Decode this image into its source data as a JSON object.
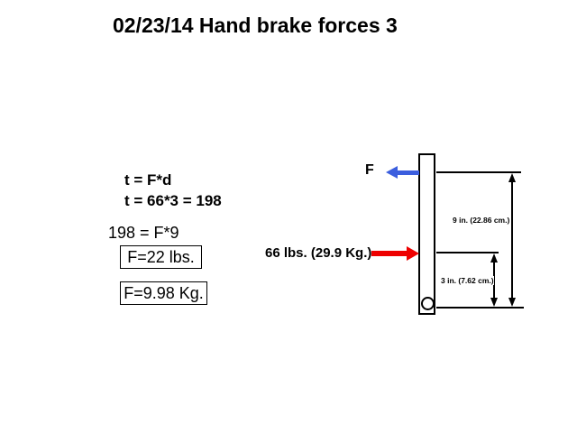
{
  "slide": {
    "title": "02/23/14 Hand brake forces 3"
  },
  "equations": {
    "torque_formula": "t = F*d",
    "torque_calculation": "t = 66*3 = 198",
    "force_equation": "198 = F*9"
  },
  "results": {
    "force_pounds": "F=22 lbs.",
    "force_kilograms": "F=9.98 Kg."
  },
  "diagram": {
    "force_label": "F",
    "applied_force_label": "66 lbs. (29.9 Kg.)",
    "long_dimension_label": "9 in. (22.86 cm.)",
    "short_dimension_label": "3 in. (7.62 cm.)"
  },
  "colors": {
    "force_arrow": "#3B5EDE",
    "applied_force_arrow": "#EE0000",
    "text": "#000000",
    "background": "#FFFFFF"
  }
}
